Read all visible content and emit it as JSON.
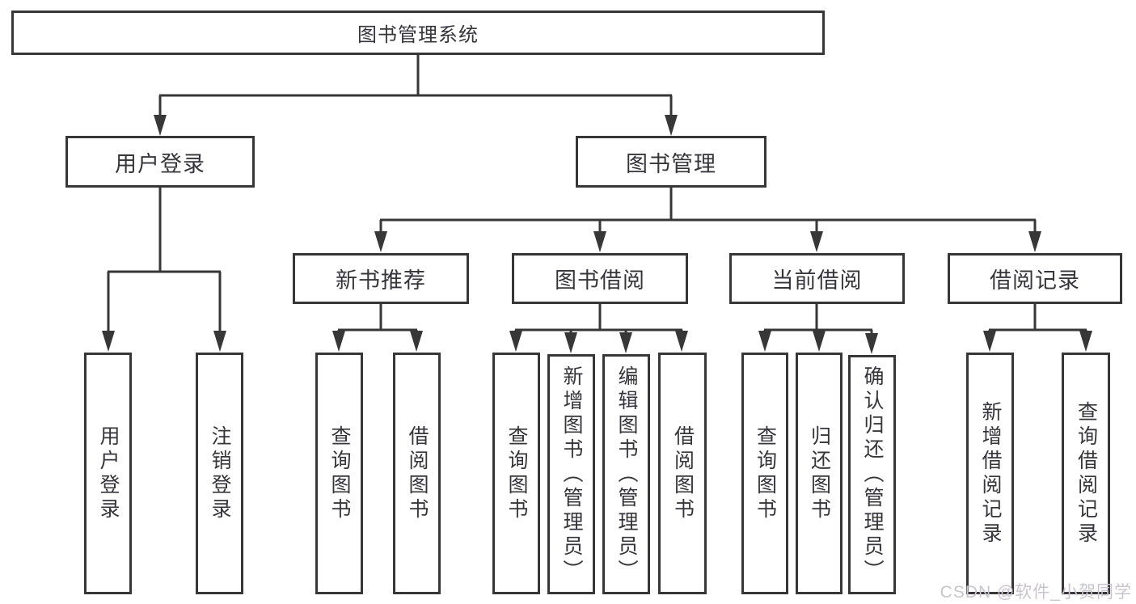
{
  "title": "图书管理系统",
  "watermark": "CSDN @软件_小贺同学",
  "colors": {
    "line": "#373737",
    "text": "#35353b",
    "box_bg": "#ffffff",
    "watermark": "#c9c4ce"
  },
  "tree": {
    "root": "图书管理系统",
    "branches": [
      {
        "label": "用户登录",
        "leaves": [
          "用户登录",
          "注销登录"
        ]
      },
      {
        "label": "图书管理",
        "groups": [
          {
            "label": "新书推荐",
            "leaves": [
              "查询图书",
              "借阅图书"
            ]
          },
          {
            "label": "图书借阅",
            "leaves": [
              "查询图书",
              "新增图书（管理员）",
              "编辑图书（管理员）",
              "借阅图书"
            ]
          },
          {
            "label": "当前借阅",
            "leaves": [
              "查询图书",
              "归还图书",
              "确认归还（管理员）"
            ]
          },
          {
            "label": "借阅记录",
            "leaves": [
              "新增借阅记录",
              "查询借阅记录"
            ]
          }
        ]
      }
    ]
  }
}
